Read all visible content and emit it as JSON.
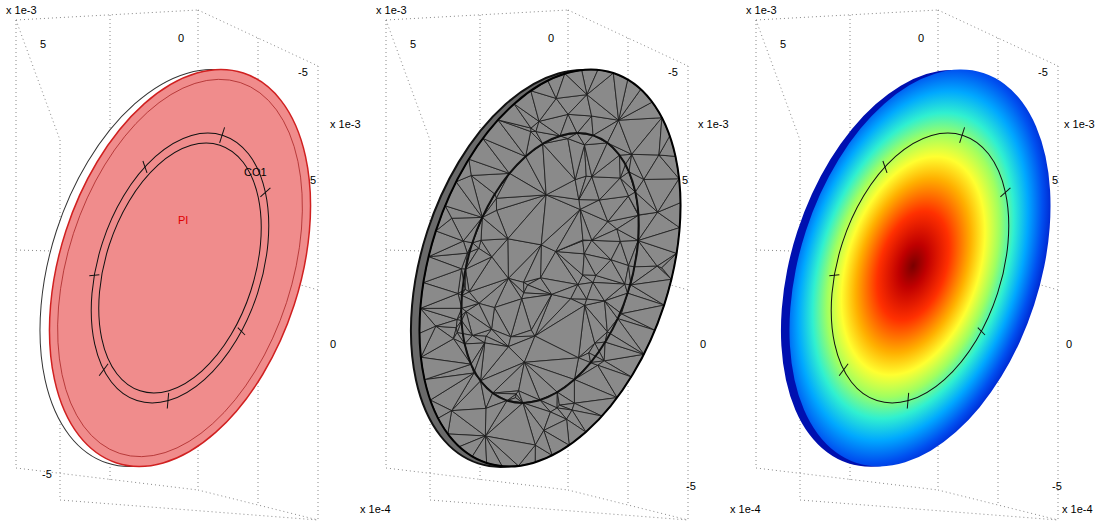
{
  "diagram": {
    "labels": [
      "x 1e-3",
      "5",
      "0",
      "-5",
      "x 1e-3",
      "5",
      "0",
      "-5",
      "x 1e-4",
      "CO1",
      "PI",
      "x 1e-3",
      "5",
      "0",
      "-5",
      "x 1e-3",
      "5",
      "0",
      "-5",
      "x 1e-4",
      "x 1e-3",
      "5",
      "0",
      "-5",
      "x 1e-3",
      "5",
      "0",
      "-5",
      "x 1e-4"
    ]
  }
}
